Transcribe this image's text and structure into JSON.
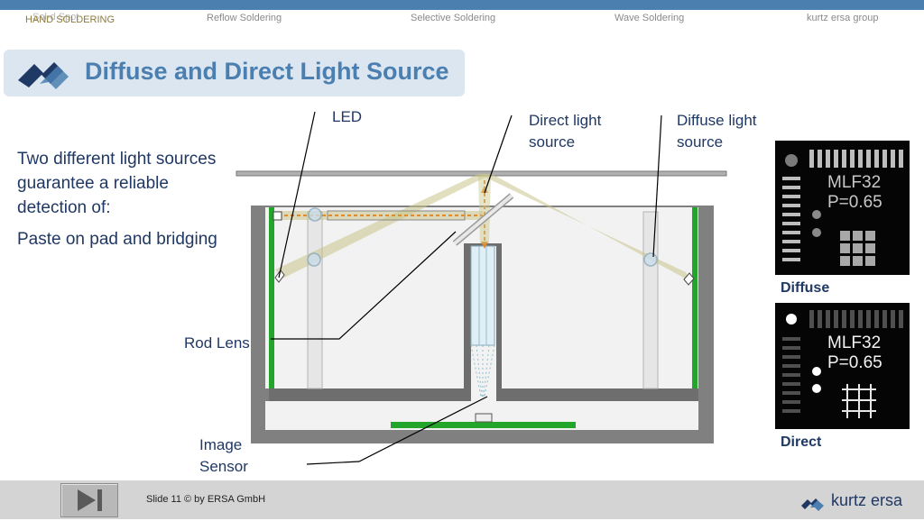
{
  "nav": {
    "hand_soldering": "HAND SOLDERING",
    "hand_soldering_ghost": "Sol-d Spot",
    "reflow": "Reflow Soldering",
    "selective": "Selective Soldering",
    "wave": "Wave Soldering",
    "group": "kurtz ersa group"
  },
  "title": "Diffuse and Direct Light Source",
  "body": {
    "para1": "Two different light sources guarantee a reliable detection of:",
    "para2": "Paste on pad and bridging"
  },
  "labels": {
    "led": "LED",
    "direct_line1": "Direct light",
    "direct_line2": "source",
    "diffuse_line1": "Diffuse light",
    "diffuse_line2": "source",
    "rod_lens": "Rod Lens",
    "image_line1": "Image",
    "image_line2": "Sensor"
  },
  "chips": {
    "diffuse": {
      "name": "MLF32",
      "pitch": "P=0.65",
      "caption": "Diffuse"
    },
    "direct": {
      "name": "MLF32",
      "pitch": "P=0.65",
      "caption": "Direct"
    }
  },
  "footer": {
    "slide_text": "Slide  11 © by ERSA GmbH",
    "brand": "kurtz ersa"
  },
  "colors": {
    "accent_blue": "#4a7fb0",
    "title_bg": "#dce6f1",
    "text_navy": "#1f3864",
    "led_green": "#22a52a",
    "light_beam": "#c8c58a",
    "beam_orange": "#e08b2c"
  }
}
